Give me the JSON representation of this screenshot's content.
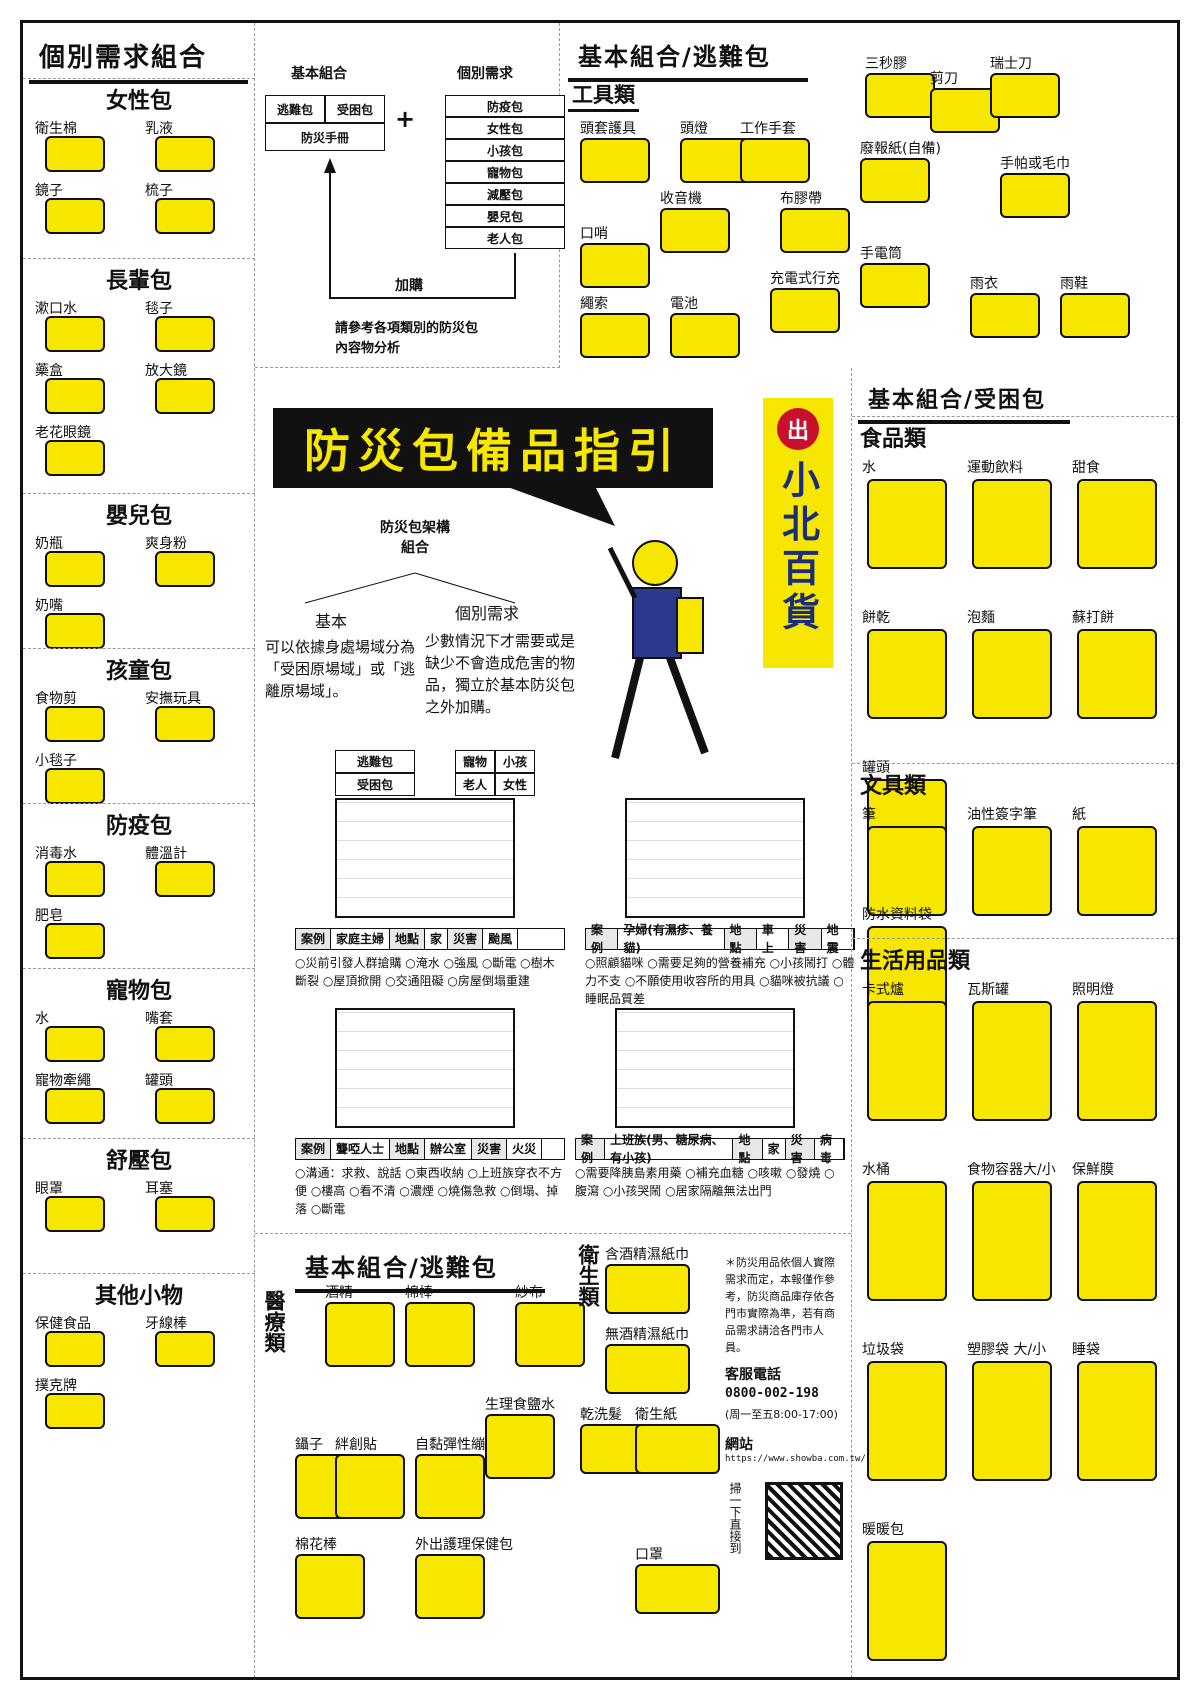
{
  "left": {
    "title": "個別需求組合",
    "groups": [
      {
        "name": "女性包",
        "items": [
          "衛生棉",
          "乳液",
          "鏡子",
          "梳子"
        ]
      },
      {
        "name": "長輩包",
        "items": [
          "漱口水",
          "毯子",
          "藥盒",
          "放大鏡",
          "老花眼鏡"
        ]
      },
      {
        "name": "嬰兒包",
        "items": [
          "奶瓶",
          "爽身粉",
          "奶嘴"
        ]
      },
      {
        "name": "孩童包",
        "items": [
          "食物剪",
          "安撫玩具",
          "小毯子"
        ]
      },
      {
        "name": "防疫包",
        "items": [
          "消毒水",
          "體溫計",
          "肥皂"
        ]
      },
      {
        "name": "寵物包",
        "items": [
          "水",
          "嘴套",
          "寵物牽繩",
          "罐頭"
        ]
      },
      {
        "name": "舒壓包",
        "items": [
          "眼罩",
          "耳塞"
        ]
      },
      {
        "name": "其他小物",
        "items": [
          "保健食品",
          "牙線棒",
          "撲克牌"
        ]
      }
    ]
  },
  "diagram": {
    "basic_label": "基本組合",
    "indiv_label": "個別需求",
    "basic_boxes": [
      "逃難包",
      "受困包",
      "防災手冊"
    ],
    "indiv_boxes": [
      "防疫包",
      "女性包",
      "小孩包",
      "寵物包",
      "減壓包",
      "嬰兒包",
      "老人包"
    ],
    "plus": "+",
    "add_label": "加購",
    "note": "請參考各項類別的防災包內容物分析"
  },
  "top_right": {
    "title": "基本組合/逃難包",
    "category": "工具類",
    "items": [
      "頭套護具",
      "頭燈",
      "工作手套",
      "收音機",
      "布膠帶",
      "口哨",
      "繩索",
      "電池",
      "充電式行充",
      "三秒膠",
      "剪刀",
      "瑞士刀",
      "廢報紙(自備)",
      "手帕或毛巾",
      "手電筒",
      "雨衣",
      "雨鞋"
    ]
  },
  "center": {
    "headline": "防災包備品指引",
    "brand": "小北百貨",
    "structure_title": "防災包架構組合",
    "basic": "基本",
    "basic_desc": "可以依據身處場域分為「受困原場域」或「逃離原場域」。",
    "indiv": "個別需求",
    "indiv_desc": "少數情況下才需要或是缺少不會造成危害的物品，獨立於基本防災包之外加購。",
    "mini_boxes": [
      "逃難包",
      "受困包",
      "寵物",
      "小孩",
      "老人",
      "女性"
    ],
    "cases": [
      {
        "k1": "案例",
        "v1": "家庭主婦",
        "k2": "地點",
        "v2": "家",
        "k3": "災害",
        "v3": "颱風",
        "text": "○災前引發人群搶購 ○淹水 ○強風 ○斷電 ○樹木斷裂 ○屋頂掀開 ○交通阻礙 ○房屋倒塌重建"
      },
      {
        "k1": "案例",
        "v1": "孕婦(有濕疹、養貓)",
        "k2": "地點",
        "v2": "車上",
        "k3": "災害",
        "v3": "地震",
        "text": "○照顧貓咪 ○需要足夠的營養補充 ○小孩鬧打 ○體力不支 ○不願使用收容所的用具 ○貓咪被抗議 ○睡眠品質差"
      },
      {
        "k1": "案例",
        "v1": "聾啞人士",
        "k2": "地點",
        "v2": "辦公室",
        "k3": "災害",
        "v3": "火災",
        "text": "○溝通：求救、說話 ○東西收納 ○上班族穿衣不方便 ○樓高 ○看不清 ○濃煙 ○燒傷急救 ○倒塌、掉落 ○斷電"
      },
      {
        "k1": "案例",
        "v1": "上班族(男、糖尿病、有小孩)",
        "k2": "地點",
        "v2": "家",
        "k3": "災害",
        "v3": "病毒",
        "text": "○需要降胰島素用藥 ○補充血糖 ○咳嗽 ○發燒 ○腹瀉 ○小孩哭鬧 ○居家隔離無法出門"
      }
    ]
  },
  "right": {
    "title": "基本組合/受困包",
    "food": {
      "name": "食品類",
      "items": [
        "水",
        "運動飲料",
        "甜食",
        "餅乾",
        "泡麵",
        "蘇打餅",
        "罐頭"
      ]
    },
    "stationery": {
      "name": "文具類",
      "items": [
        "筆",
        "油性簽字筆",
        "紙",
        "防水資料袋"
      ]
    },
    "daily": {
      "name": "生活用品類",
      "items": [
        "卡式爐",
        "瓦斯罐",
        "照明燈",
        "水桶",
        "食物容器大/小",
        "保鮮膜",
        "垃圾袋",
        "塑膠袋 大/小",
        "睡袋",
        "暖暖包"
      ]
    }
  },
  "bottom": {
    "title": "基本組合/逃難包",
    "medical": "醫療類",
    "medical_items": [
      "酒精",
      "棉棒",
      "紗布",
      "鑷子",
      "絆創貼",
      "自黏彈性繃帶",
      "生理食鹽水",
      "棉花棒",
      "外出護理保健包"
    ],
    "hygiene": "衛生類",
    "hygiene_items": [
      "含酒精濕紙巾",
      "無酒精濕紙巾",
      "乾洗髮",
      "衛生紙",
      "口罩"
    ],
    "note": "＊防災用品依個人實際需求而定，本報僅作參考，防災商品庫存依各門市實際為準，若有商品需求請洽各門市人員。",
    "service_label": "客服電話",
    "phone": "0800-002-198",
    "hours": "(周一至五8:00-17:00)",
    "site_label": "網站",
    "url": "https://www.showba.com.tw/",
    "scan": "掃一下直接到"
  },
  "colors": {
    "accent": "#f7e600",
    "ink": "#111111"
  }
}
